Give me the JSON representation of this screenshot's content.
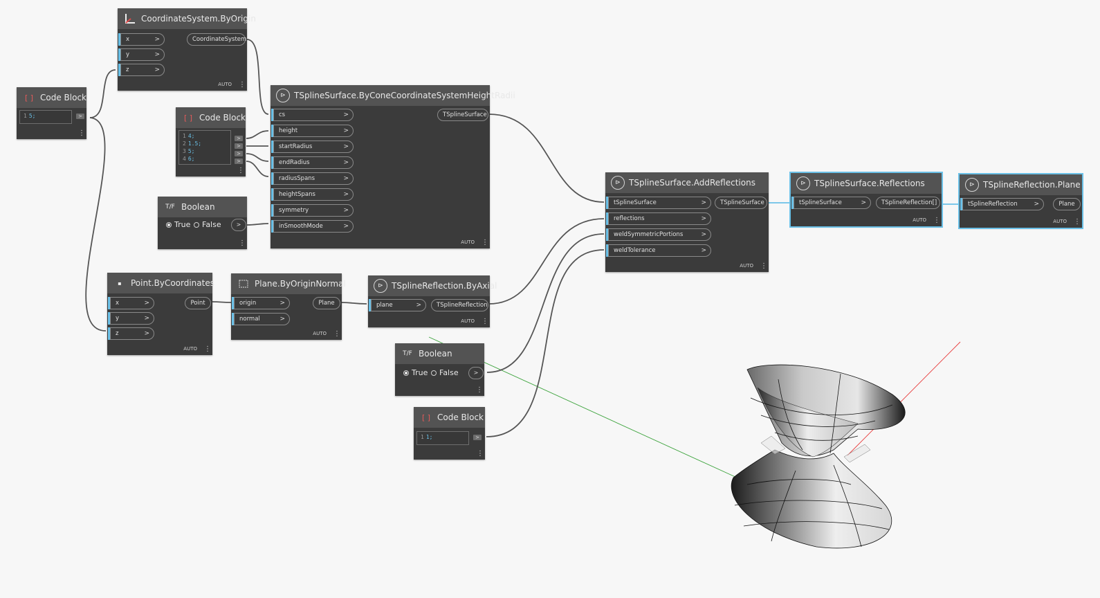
{
  "colors": {
    "canvas": "#f7f7f7",
    "node": "#3b3b3b",
    "header": "#535353",
    "accent": "#6ac0e7",
    "wire": "#555555",
    "axis_x": "#e83b3b",
    "axis_y": "#3ca33c"
  },
  "common": {
    "auto": "AUTO",
    "dots": "⋮",
    "chev": ">"
  },
  "nodes": {
    "cs_by_origin": {
      "title": "CoordinateSystem.ByOrigin",
      "inputs": [
        "x",
        "y",
        "z"
      ],
      "output": "CoordinateSystem"
    },
    "code_block_1": {
      "title": "Code Block",
      "lines": [
        {
          "n": "1",
          "v": "5;"
        }
      ]
    },
    "code_block_2": {
      "title": "Code Block",
      "lines": [
        {
          "n": "1",
          "v": "4;"
        },
        {
          "n": "2",
          "v": "1.5;"
        },
        {
          "n": "3",
          "v": "5;"
        },
        {
          "n": "4",
          "v": "6;"
        }
      ]
    },
    "boolean_1": {
      "title": "Boolean",
      "true_label": "True",
      "false_label": "False"
    },
    "by_cone": {
      "title": "TSplineSurface.ByConeCoordinateSystemHeightRadii",
      "inputs": [
        "cs",
        "height",
        "startRadius",
        "endRadius",
        "radiusSpans",
        "heightSpans",
        "symmetry",
        "inSmoothMode"
      ],
      "output": "TSplineSurface"
    },
    "point_by_coords": {
      "title": "Point.ByCoordinates",
      "inputs": [
        "x",
        "y",
        "z"
      ],
      "output": "Point"
    },
    "plane_by_origin_normal": {
      "title": "Plane.ByOriginNormal",
      "inputs": [
        "origin",
        "normal"
      ],
      "output": "Plane"
    },
    "reflection_by_axial": {
      "title": "TSplineReflection.ByAxial",
      "inputs": [
        "plane"
      ],
      "output": "TSplineReflection"
    },
    "boolean_2": {
      "title": "Boolean",
      "true_label": "True",
      "false_label": "False"
    },
    "code_block_3": {
      "title": "Code Block",
      "lines": [
        {
          "n": "1",
          "v": "1;"
        }
      ]
    },
    "add_reflections": {
      "title": "TSplineSurface.AddReflections",
      "inputs": [
        "tSplineSurface",
        "reflections",
        "weldSymmetricPortions",
        "weldTolerance"
      ],
      "output": "TSplineSurface"
    },
    "reflections": {
      "title": "TSplineSurface.Reflections",
      "inputs": [
        "tSplineSurface"
      ],
      "output": "TSplineReflection[]"
    },
    "reflection_plane": {
      "title": "TSplineReflection.Plane",
      "inputs": [
        "tSplineReflection"
      ],
      "output": "Plane"
    }
  }
}
